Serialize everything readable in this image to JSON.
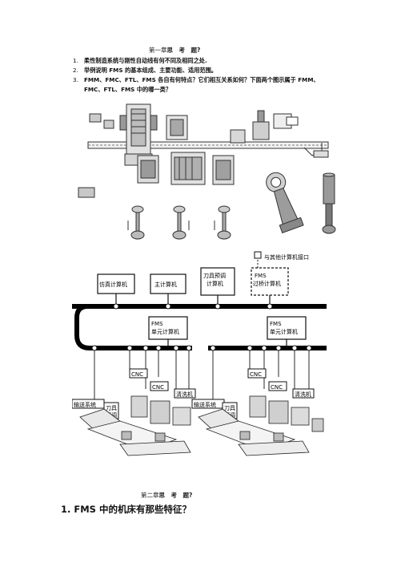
{
  "chapter1": {
    "heading_prefix": "第一章",
    "heading_bold": "思　考　题?",
    "questions": [
      {
        "num": "1.",
        "text": "柔性制造系统与刚性自动线有何不同及相同之处."
      },
      {
        "num": "2.",
        "text": "举例说明 FMS 的基本组成、主要功能、适用范围。"
      },
      {
        "num": "3.",
        "text": "FMM、FMC、FTL、FMS 各自有何特点？它们相互关系如何？下面两个图示属于 FMM、"
      },
      {
        "num": "",
        "text": "FMC、FTL、FMS 中的哪一类？"
      }
    ]
  },
  "diagram2": {
    "computers": [
      "仿真计算机",
      "主计算机",
      "刀具预调\n计算机",
      "FMS\n过桥计算机"
    ],
    "external_interface": "与其他计算机接口",
    "cell_computer": "FMS\n单元计算机",
    "cnc": "CNC",
    "cleaning": "清洗机",
    "conveyor": "输送系统",
    "tool_preset": "刀具\n预调"
  },
  "chapter2": {
    "heading_prefix": "第二章",
    "heading_bold": "思　考　题?",
    "question1": "1. FMS 中的机床有那些特征？"
  }
}
